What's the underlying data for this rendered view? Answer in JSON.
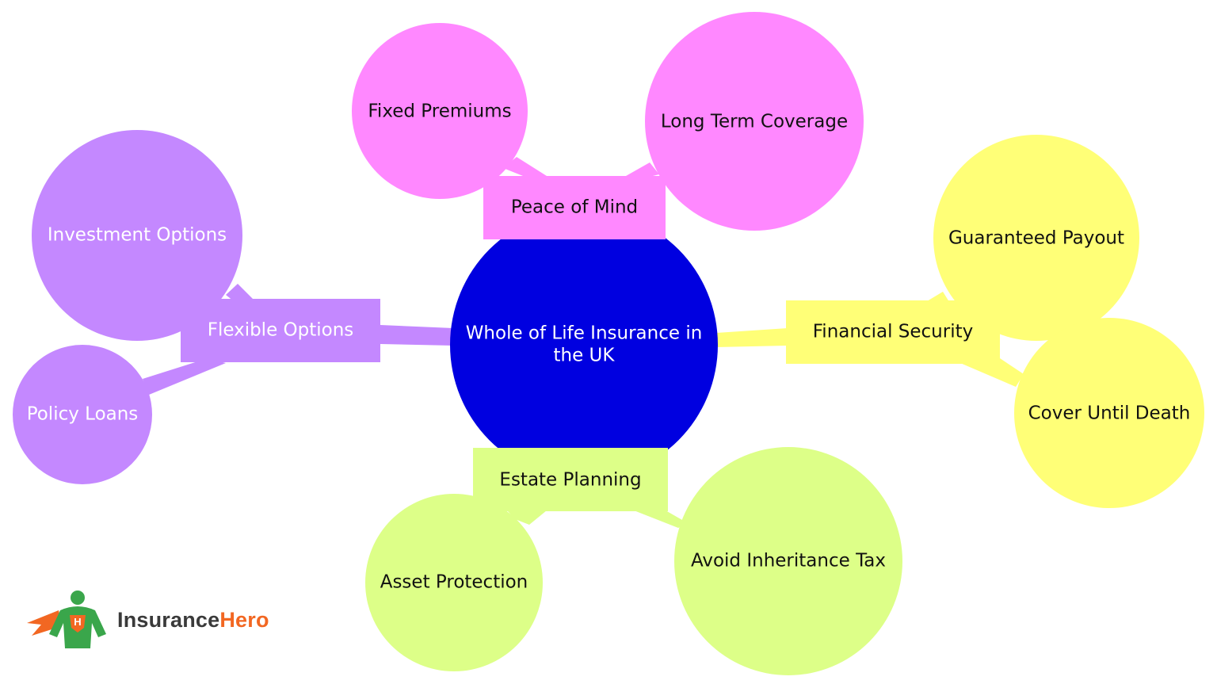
{
  "colors": {
    "center": "#0000e0",
    "pink": "#ff88ff",
    "purple": "#c488ff",
    "yellow": "#ffff77",
    "green": "#ddff88",
    "dark_text": "#111111",
    "light_text": "#ffffff",
    "logo_green": "#3aa64b",
    "logo_orange": "#f26722"
  },
  "center": {
    "label_line1": "Whole of Life Insurance in",
    "label_line2": "the UK"
  },
  "branches": {
    "peace": {
      "label": "Peace of Mind",
      "children": [
        "Fixed Premiums",
        "Long Term Coverage"
      ]
    },
    "flexible": {
      "label": "Flexible Options",
      "children": [
        "Investment Options",
        "Policy Loans"
      ]
    },
    "financial": {
      "label": "Financial Security",
      "children": [
        "Guaranteed Payout",
        "Cover Until Death"
      ]
    },
    "estate": {
      "label": "Estate Planning",
      "children": [
        "Asset Protection",
        "Avoid Inheritance Tax"
      ]
    }
  },
  "logo": {
    "part1": "Insurance",
    "part2": "Hero",
    "icon": "superhero-icon"
  }
}
